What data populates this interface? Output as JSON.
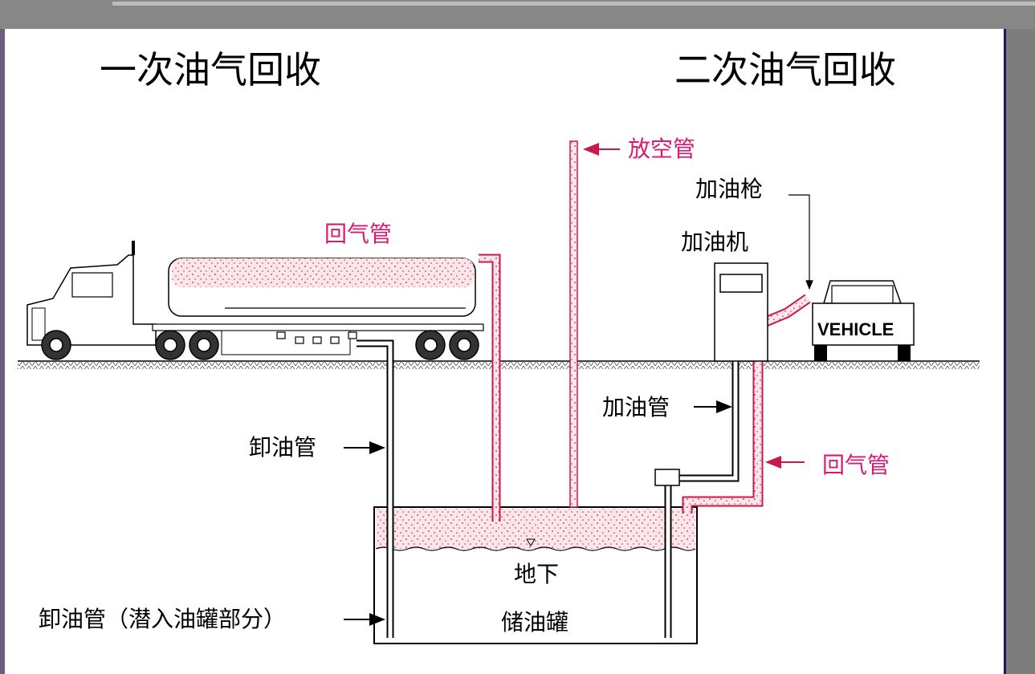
{
  "titles": {
    "primary": "一次油气回收",
    "secondary": "二次油气回收"
  },
  "labels": {
    "vent_pipe": "放空管",
    "nozzle": "加油枪",
    "dispenser": "加油机",
    "vapor_return_top": "回气管",
    "fuel_pipe": "加油管",
    "vapor_return_right": "回气管",
    "unload_pipe": "卸油管",
    "unload_pipe_submerged": "卸油管（潜入油罐部分）",
    "tank_line1": "地下",
    "tank_line2": "储油罐",
    "vehicle": "VEHICLE"
  },
  "colors": {
    "pink_label": "#d81b72",
    "vapor": "#c9184a",
    "line": "#000000",
    "background": "#ffffff"
  }
}
